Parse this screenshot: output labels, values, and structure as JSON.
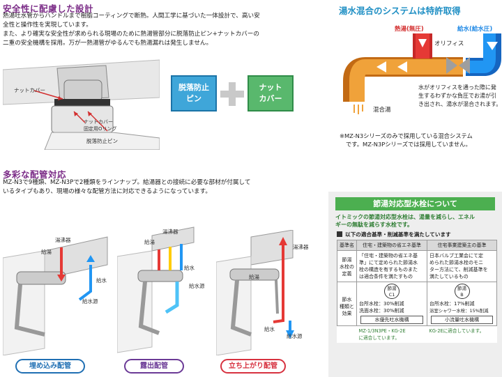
{
  "safety": {
    "title": "安全性に配慮した設計",
    "body_lines": [
      "熱湯吐水管からハンドルまで樹脂コーティングで断熱。人間工学に基づいた一体設計で、高い安",
      "全性と操作性を実現しています。",
      "また、より確実な安全性が求められる現場のために熱湯管部分に脱落防止ピン+ナットカバーの",
      "二重の安全機構を採用。万が一熱湯管がゆるんでも熱湯漏れは発生しません。"
    ],
    "labels": {
      "nut_cover": "ナットカバー",
      "nut_cover_o_ring": "ナットカバー\n固定用Oリング",
      "pin": "脱落防止ピン"
    },
    "box1": "脱落防止\nピン",
    "box2": "ナット\nカバー",
    "plus": "+"
  },
  "mixing": {
    "title": "湯水混合のシステムは特許取得",
    "hot_label": "熱湯(無圧)",
    "cold_label": "給水(給水圧)",
    "orifice_label": "オリフィス",
    "mixed_label": "混合湯",
    "description": "水がオリフィスを通った際に発\n生するわずかな負圧でお湯が引\nき出され、湯水が混合されます。",
    "footnote_line1": "※MZ-N3シリーズのみで採用している混合システム",
    "footnote_line2": "です。MZ-N3Pシリーズでは採用していません。",
    "colors": {
      "hot": "#e53935",
      "cold": "#2196f3",
      "mix": "#e8942a"
    }
  },
  "piping": {
    "title": "多彩な配管対応",
    "body_lines": [
      "MZ-N3で9種類、MZ-N3Pで2種類をラインナップ。給湯器との接続に必要な部材が付属して",
      "いるタイプもあり、現場の様々な配管方法に対応できるようになっています。"
    ],
    "diagrams": [
      {
        "heater": "湯沸器",
        "hot": "給湯",
        "water": "給水",
        "source": "給水源",
        "caption": "埋め込み配管",
        "color": "#1f6fb3"
      },
      {
        "heater": "湯沸器",
        "hot": "給湯",
        "water": "給水",
        "source": "給水源",
        "caption": "露出配管",
        "color": "#6b3a96"
      },
      {
        "heater": "湯沸器",
        "hot": "給湯",
        "water": "給水",
        "source": "給水源",
        "caption": "立ち上がり配管",
        "color": "#d7313f"
      }
    ]
  },
  "water_saving": {
    "banner": "節湯対応型水栓について",
    "intro": "イトミックの節湯対応型水栓は、湯量を減らし、エネル\nギーの無駄を減らす水栓です。",
    "criteria_heading": "以下の適合基準・削減基準を満たしています",
    "table": {
      "headers": [
        "基準名",
        "住宅・建築物の省エネ基準",
        "住宅事業建築主の基準"
      ],
      "row1_label": "節湯\n水栓の\n定義",
      "row1_col1": "「住宅・建築物の省エネ基\n準」にて定められた節湯水\n栓の構造を有するものまた\nは適合条件を満たすもの",
      "row1_col2": "日本バルブ工業会にて定\nめられた節湯水栓のモニ\nター方法にて、削減基準を\n満たしているもの",
      "row2_label": "節水\n種類と\n効果",
      "badge1_top": "節湯",
      "badge1_bottom": "C1",
      "badge2_top": "節湯",
      "badge2_bottom": "B",
      "c1_line1": "台所水栓：30%削減",
      "c1_line2": "洗面水栓：30%削減",
      "c1_func": "水優先吐水機構",
      "b_line1": "台所水栓：17%削減",
      "b_line2": "浴室シャワー水栓：15%削減",
      "b_func": "小流量吐水機構",
      "c1_models": "MZ-1/3N3PE・KG-2E\nに適合しています。",
      "b_models": "KG-2Eに適合しています。"
    }
  }
}
